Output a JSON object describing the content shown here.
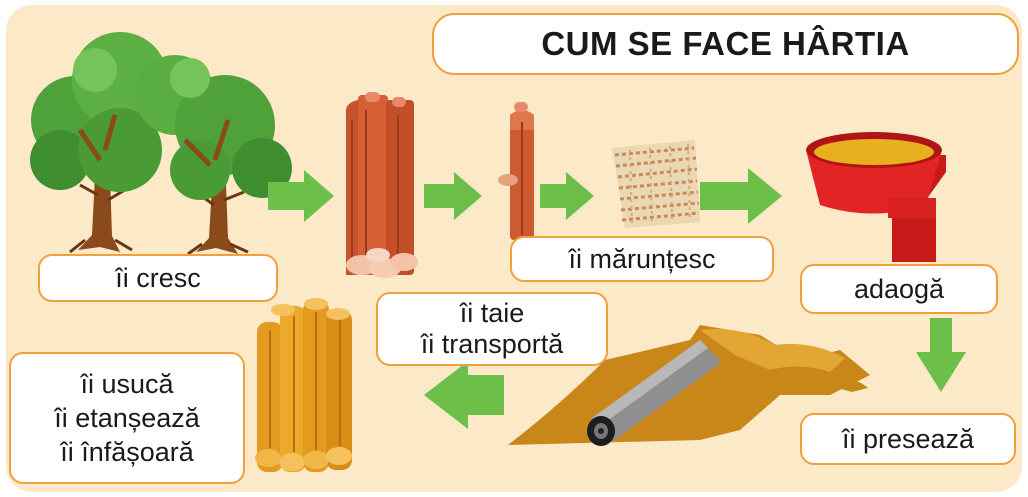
{
  "title": "CUM SE FACE HÂRTIA",
  "steps": {
    "cresc": "îi cresc",
    "taie_line1": "îi taie",
    "taie_line2": "îi transportă",
    "maruntesc": "îi mărunțesc",
    "adaoga": "adaogă",
    "preseaza": "îi presează",
    "usuca_line1": "îi usucă",
    "usuca_line2": "îi etanșează",
    "usuca_line3": "îi înfășoară"
  },
  "icons": [
    "trees-icon",
    "logs-icon",
    "cut-log-icon",
    "wood-chips-icon",
    "vat-icon",
    "press-roller-icon",
    "paper-rolls-icon",
    "arrow-icon"
  ],
  "colors": {
    "background": "#fbe9c8",
    "label_border": "#f0a03c",
    "arrow": "#6cc04a",
    "wood": "#c5532c",
    "vat": "#d81f1f",
    "foliage": "#4fa23a",
    "paper_rolls": "#e59a1e"
  }
}
